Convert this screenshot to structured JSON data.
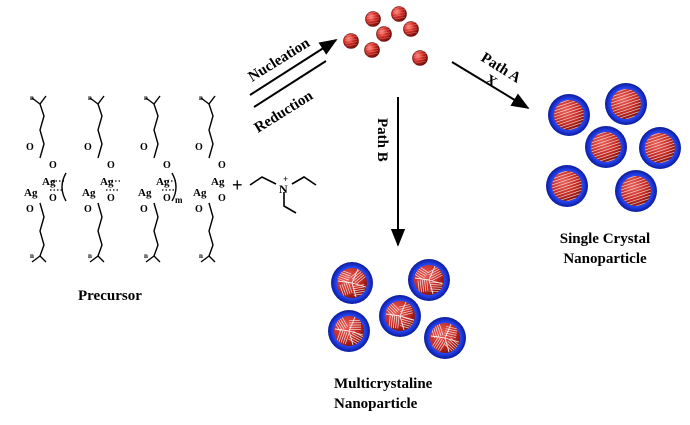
{
  "labels": {
    "nucleation": "Nucleation",
    "reduction": "Reduction",
    "path_a": "Path A",
    "path_a_block": "X",
    "path_b": "Path B",
    "precursor": "Precursor",
    "single_crystal_line1": "Single Crystal",
    "single_crystal_line2": "Nanoparticle",
    "multicrystal_line1": "Multicrystaline",
    "multicrystal_line2": "Nanoparticle",
    "plus": "+"
  },
  "chemistry": {
    "metal": "Ag",
    "oxygen": "O",
    "nitrogen": "N",
    "charge": "+",
    "repeat_index": "m",
    "chain_index": "n"
  },
  "colors": {
    "shell": "#1a2fd6",
    "core": "#c42a22",
    "core_dark": "#7a0f0c",
    "highlight": "#ffffff",
    "seed": "#d12a24",
    "ink": "#000000"
  }
}
